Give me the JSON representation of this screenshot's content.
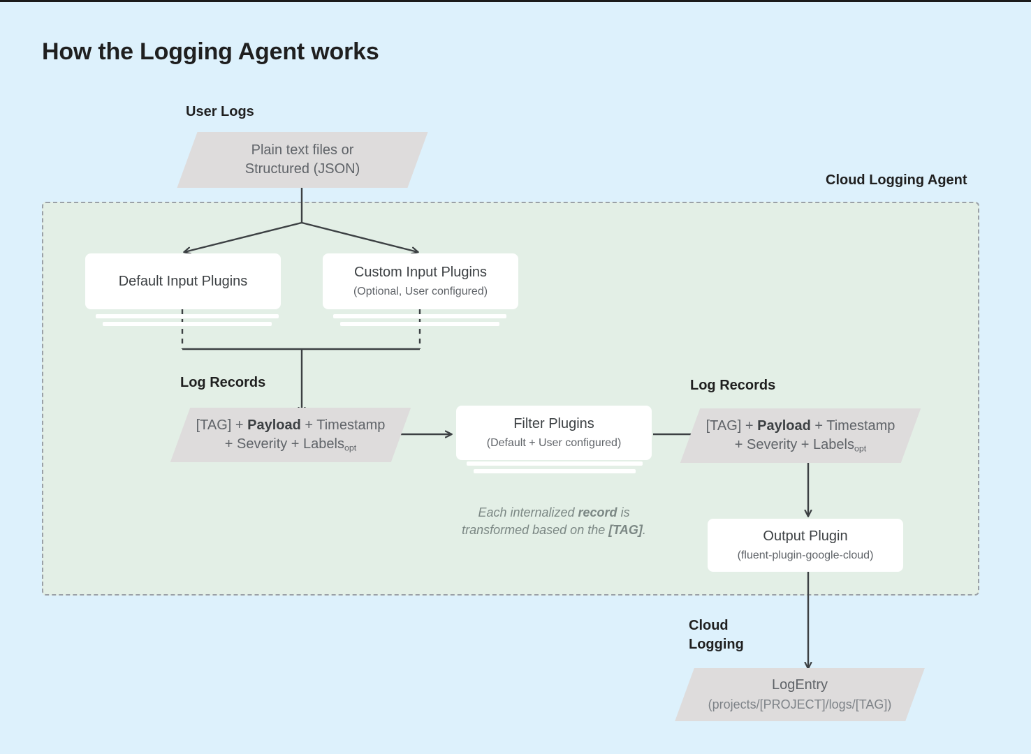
{
  "page": {
    "title": "How the Logging Agent works",
    "background_color": "#ddf1fc",
    "agent_region_color": "#e3efe6",
    "shape_gray": "#dedcdc",
    "connector_color": "#3c4043"
  },
  "groups": {
    "user_logs": "User Logs",
    "cloud_logging_agent": "Cloud Logging Agent",
    "log_records_left": "Log Records",
    "log_records_right": "Log Records",
    "cloud_logging": "Cloud\nLogging"
  },
  "nodes": {
    "user_logs_source": {
      "line1": "Plain text files or",
      "line2": "Structured (JSON)"
    },
    "default_input_plugins": {
      "title": "Default Input Plugins",
      "subtitle": ""
    },
    "custom_input_plugins": {
      "title": "Custom Input Plugins",
      "subtitle": "(Optional, User configured)"
    },
    "log_record_left": {
      "seg_tag": "[TAG] + ",
      "seg_payload": "Payload",
      "seg_rest": " + Timestamp",
      "line2_pre": "+ Severity + Labels",
      "line2_sub": "opt"
    },
    "filter_plugins": {
      "title": "Filter Plugins",
      "subtitle": "(Default + User configured)"
    },
    "log_record_right": {
      "seg_tag": "[TAG] + ",
      "seg_payload": "Payload",
      "seg_rest": " + Timestamp",
      "line2_pre": "+ Severity + Labels",
      "line2_sub": "opt"
    },
    "output_plugin": {
      "title": "Output Plugin",
      "subtitle": "(fluent-plugin-google-cloud)"
    },
    "log_entry": {
      "title": "LogEntry",
      "subtitle": "(projects/[PROJECT]/logs/[TAG])"
    }
  },
  "annotations": {
    "transform_note_pre": "Each internalized ",
    "transform_note_bold1": "record",
    "transform_note_mid": " is\ntransformed based on the ",
    "transform_note_bold2": "[TAG]",
    "transform_note_end": "."
  }
}
